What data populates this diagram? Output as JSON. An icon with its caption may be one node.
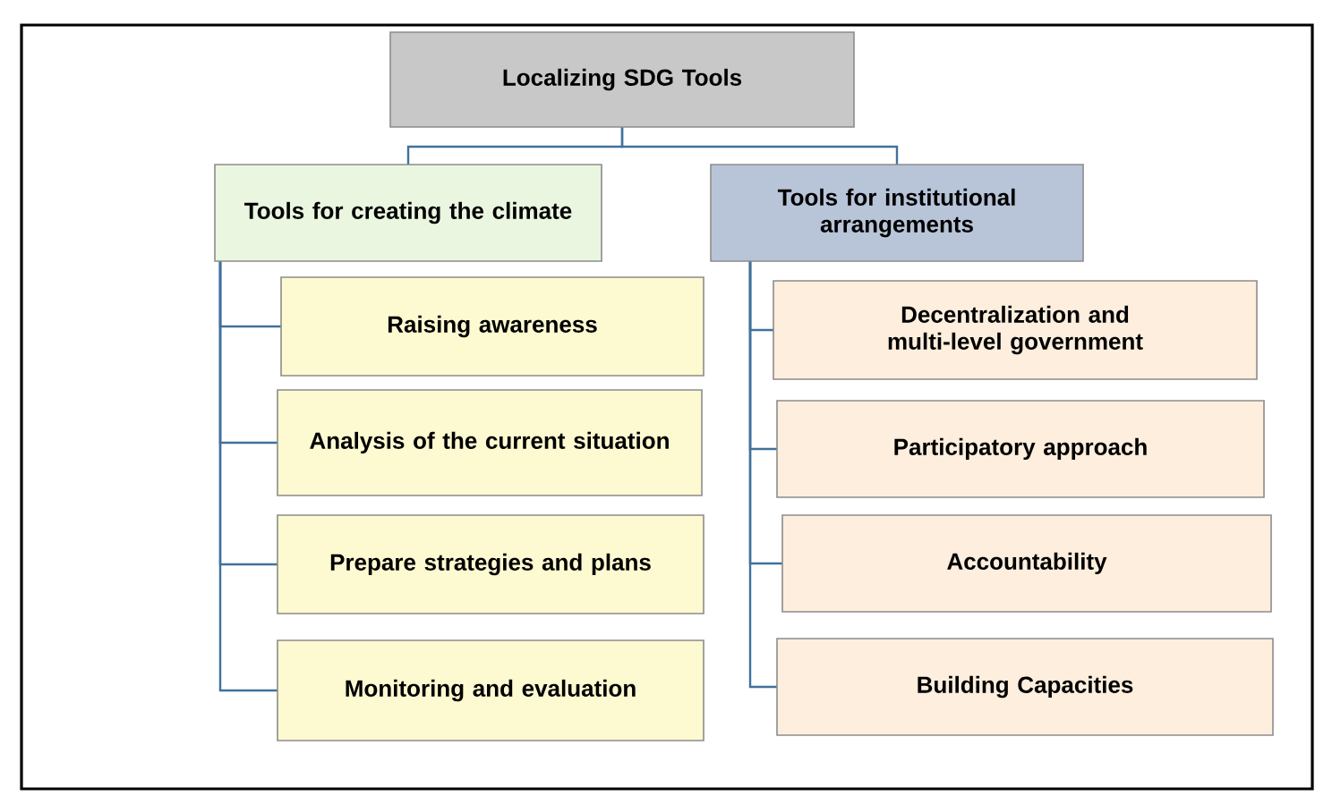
{
  "diagram": {
    "nodes": [
      {
        "text": [
          "Localizing SDG Tools"
        ]
      },
      {
        "text": [
          "Tools for creating the climate"
        ]
      },
      {
        "text": [
          "Tools for institutional arrangements"
        ]
      },
      {
        "text": [
          "Raising awareness"
        ]
      },
      {
        "text": [
          "Analysis of the current situation"
        ]
      },
      {
        "text": [
          "Prepare strategies and plans"
        ]
      },
      {
        "text": [
          "Monitoring and evaluation"
        ]
      },
      {
        "text": [
          "Decentralization and multi-level government"
        ]
      },
      {
        "text": [
          "Participatory approach"
        ]
      },
      {
        "text": [
          "Accountability"
        ]
      },
      {
        "text": [
          "Building Capacities"
        ]
      }
    ],
    "edges": [
      {
        "from": 0,
        "to": 1,
        "arrow": "none"
      },
      {
        "from": 0,
        "to": 2,
        "arrow": "none"
      },
      {
        "from": 1,
        "to": 3,
        "arrow": "none"
      },
      {
        "from": 1,
        "to": 4,
        "arrow": "none"
      },
      {
        "from": 1,
        "to": 5,
        "arrow": "none"
      },
      {
        "from": 1,
        "to": 6,
        "arrow": "none"
      },
      {
        "from": 2,
        "to": 7,
        "arrow": "none"
      },
      {
        "from": 2,
        "to": 8,
        "arrow": "none"
      },
      {
        "from": 2,
        "to": 9,
        "arrow": "none"
      },
      {
        "from": 2,
        "to": 10,
        "arrow": "none"
      }
    ]
  }
}
